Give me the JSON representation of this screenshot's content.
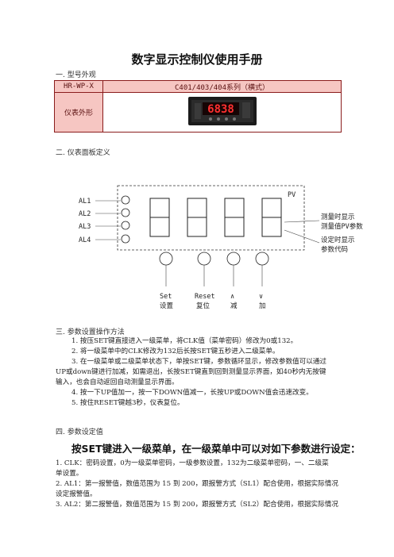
{
  "title": "数字显示控制仪使用手册",
  "section1": "一. 型号外观",
  "table": {
    "model_label": "HR-WP-X",
    "model_value": "C401/403/404系列（横式）",
    "appearance_label": "仪表外形",
    "display_value": "6838"
  },
  "section2": "二. 仪表面板定义",
  "panel": {
    "alarms": [
      "AL1",
      "AL2",
      "AL3",
      "AL4"
    ],
    "pv": "PV",
    "right_notes": [
      "测量时显示",
      "测量值PV参数",
      "设定时显示",
      "参数代码"
    ],
    "buttons": [
      {
        "top": "Set",
        "bottom": "设置"
      },
      {
        "top": "Reset",
        "bottom": "复位"
      },
      {
        "top": "∧",
        "bottom": "减"
      },
      {
        "top": "∨",
        "bottom": "加"
      }
    ]
  },
  "section3": "三. 参数设置操作方法",
  "steps": [
    "1. 按压SET键直接进入一级菜单，将CLK值（菜单密码）修改为0或132。",
    "2. 将一级菜单中的CLK修改为132后长按SET键五秒进入二级菜单。",
    "3. 在一级菜单或二级菜单状态下，单按SET键，参数循环显示，修改参数值可以通过",
    "UP或down键进行加减，如需退出，长按SET键直到回到测量显示界面，如40秒内无按键",
    "输入，也会自动返回自动测量显示界面。",
    "4. 按一下UP值加一，按一下DOWN值减一，长按UP或DOWN值会迅速改变。",
    "5. 按住RESET键越3秒，仪表复位。"
  ],
  "section4": "四. 参数设定值",
  "heading4": "按SET键进入一级菜单，在一级菜单中可以对如下参数进行设定：",
  "params": [
    "1. CLK：密码设置，0为一级菜单密码，一级参数设置，132为二级菜单密码，一、二级菜",
    "单设置。",
    "2. AL1：第一报警值，数值范围为 15 到 200，跟报警方式（SL1）配合使用，根据实际情况",
    "设定报警值。",
    "3. AL2：第二报警值，数值范围为 15 到 200，跟报警方式（SL2）配合使用，根据实际情况"
  ]
}
